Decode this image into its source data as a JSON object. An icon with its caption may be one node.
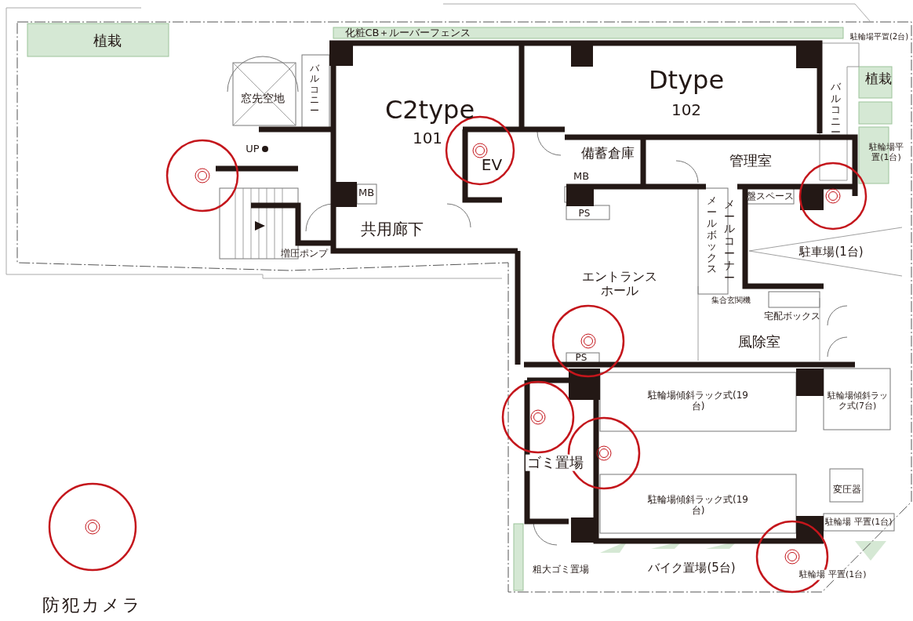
{
  "diagram": {
    "labels": [
      "植栽",
      "化粧CB＋ルーバーフェンス",
      "駐輪場平置(2台)",
      "窓先空地",
      "バルコニー",
      "C2type",
      "101",
      "Dtype",
      "102",
      "バルコニー",
      "植栽",
      "UP",
      "EV",
      "備蓄倉庫",
      "管理室",
      "駐輪場平置(1台)",
      "MB",
      "MB",
      "盤スペース",
      "PS",
      "共用廊下",
      "増圧ポンプ",
      "メールボックス",
      "メールコーナー",
      "駐車場(1台)",
      "エントランスホール",
      "集合玄関機",
      "宅配ボックス",
      "風除室",
      "PS",
      "駐輪場傾斜ラック式(19台)",
      "駐輪場傾斜ラック式(7台)",
      "ゴミ置場",
      "駐輪場傾斜ラック式(19台)",
      "変圧器",
      "駐輪場 平置(1台)",
      "粗大ゴミ置場",
      "バイク置場(5台)",
      "駐輪場 平置(1台)"
    ],
    "legend": [
      {
        "text": "防犯カメラ"
      }
    ]
  }
}
